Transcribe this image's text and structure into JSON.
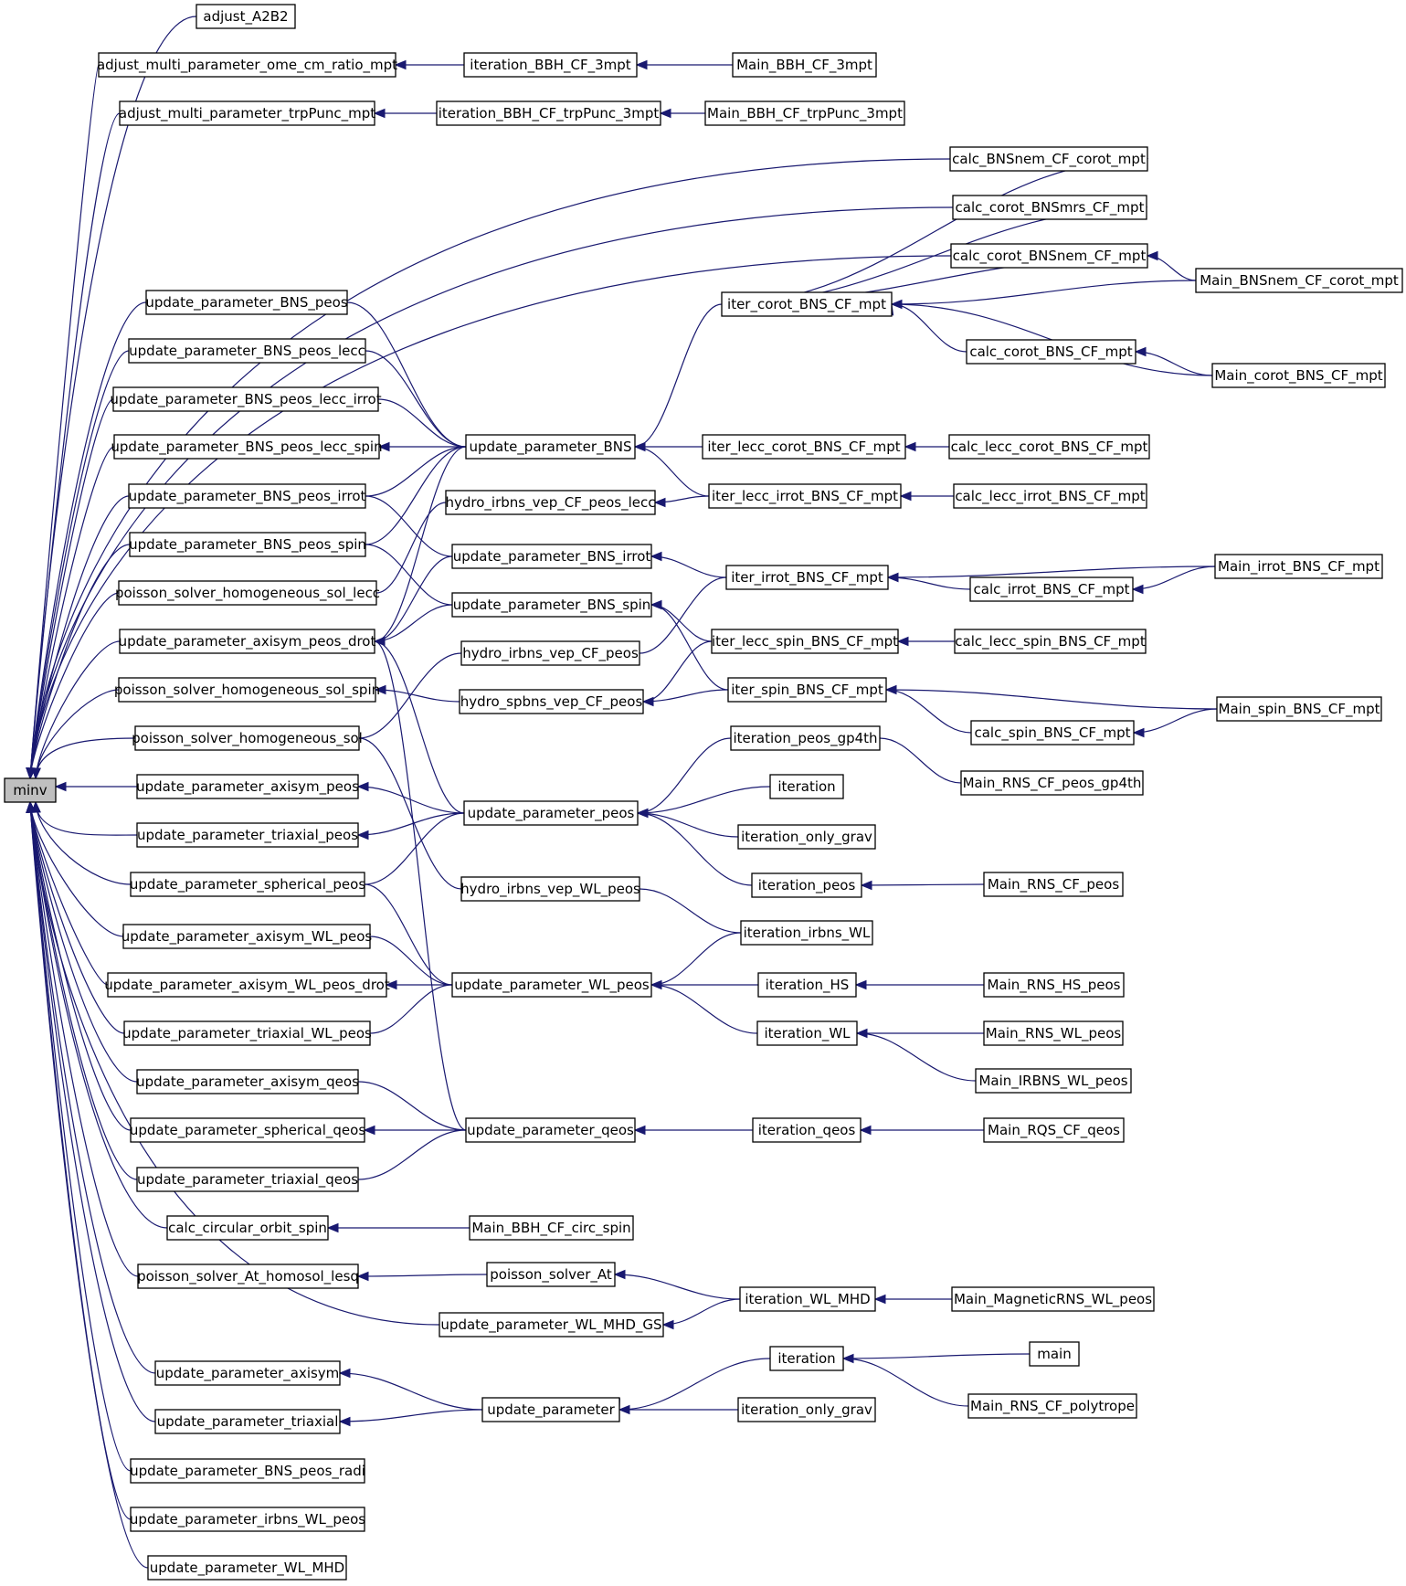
{
  "diagram": {
    "type": "call-graph",
    "root": "minv",
    "colors": {
      "edge": "#191970",
      "node_border": "#000000",
      "node_fill": "#ffffff",
      "root_fill": "#bfbfbf"
    },
    "nodes": [
      {
        "id": "minv",
        "label": "minv"
      },
      {
        "id": "adjust_A2B2",
        "label": "adjust_A2B2"
      },
      {
        "id": "adj_ome",
        "label": "adjust_multi_parameter_ome_cm_ratio_mpt"
      },
      {
        "id": "adj_trp",
        "label": "adjust_multi_parameter_trpPunc_mpt"
      },
      {
        "id": "iter_bbh_3mpt",
        "label": "iteration_BBH_CF_3mpt"
      },
      {
        "id": "iter_bbh_trp",
        "label": "iteration_BBH_CF_trpPunc_3mpt"
      },
      {
        "id": "main_bbh_3mpt",
        "label": "Main_BBH_CF_3mpt"
      },
      {
        "id": "main_bbh_trp",
        "label": "Main_BBH_CF_trpPunc_3mpt"
      },
      {
        "id": "calc_bnsnem_corot",
        "label": "calc_BNSnem_CF_corot_mpt"
      },
      {
        "id": "calc_corot_bnsmrs",
        "label": "calc_corot_BNSmrs_CF_mpt"
      },
      {
        "id": "calc_corot_bnsnem",
        "label": "calc_corot_BNSnem_CF_mpt"
      },
      {
        "id": "main_bnsnem_corot",
        "label": "Main_BNSnem_CF_corot_mpt"
      },
      {
        "id": "iter_corot",
        "label": "iter_corot_BNS_CF_mpt"
      },
      {
        "id": "calc_corot_bns",
        "label": "calc_corot_BNS_CF_mpt"
      },
      {
        "id": "main_corot",
        "label": "Main_corot_BNS_CF_mpt"
      },
      {
        "id": "up_bns_peos",
        "label": "update_parameter_BNS_peos"
      },
      {
        "id": "up_bns_peos_lecc",
        "label": "update_parameter_BNS_peos_lecc"
      },
      {
        "id": "up_bns_peos_lecc_irrot",
        "label": "update_parameter_BNS_peos_lecc_irrot"
      },
      {
        "id": "up_bns_peos_lecc_spin",
        "label": "update_parameter_BNS_peos_lecc_spin"
      },
      {
        "id": "up_bns_peos_irrot",
        "label": "update_parameter_BNS_peos_irrot"
      },
      {
        "id": "up_bns_peos_spin",
        "label": "update_parameter_BNS_peos_spin"
      },
      {
        "id": "poisson_lecc",
        "label": "poisson_solver_homogeneous_sol_lecc"
      },
      {
        "id": "up_axisym_drot",
        "label": "update_parameter_axisym_peos_drot"
      },
      {
        "id": "poisson_spin",
        "label": "poisson_solver_homogeneous_sol_spin"
      },
      {
        "id": "poisson_sol",
        "label": "poisson_solver_homogeneous_sol"
      },
      {
        "id": "up_bns",
        "label": "update_parameter_BNS"
      },
      {
        "id": "iter_lecc_corot",
        "label": "iter_lecc_corot_BNS_CF_mpt"
      },
      {
        "id": "calc_lecc_corot",
        "label": "calc_lecc_corot_BNS_CF_mpt"
      },
      {
        "id": "hydro_irbns_lecc",
        "label": "hydro_irbns_vep_CF_peos_lecc"
      },
      {
        "id": "iter_lecc_irrot",
        "label": "iter_lecc_irrot_BNS_CF_mpt"
      },
      {
        "id": "calc_lecc_irrot",
        "label": "calc_lecc_irrot_BNS_CF_mpt"
      },
      {
        "id": "up_bns_irrot",
        "label": "update_parameter_BNS_irrot"
      },
      {
        "id": "iter_irrot",
        "label": "iter_irrot_BNS_CF_mpt"
      },
      {
        "id": "main_irrot",
        "label": "Main_irrot_BNS_CF_mpt"
      },
      {
        "id": "calc_irrot",
        "label": "calc_irrot_BNS_CF_mpt"
      },
      {
        "id": "up_bns_spin",
        "label": "update_parameter_BNS_spin"
      },
      {
        "id": "iter_lecc_spin",
        "label": "iter_lecc_spin_BNS_CF_mpt"
      },
      {
        "id": "calc_lecc_spin",
        "label": "calc_lecc_spin_BNS_CF_mpt"
      },
      {
        "id": "hydro_irbns_peos",
        "label": "hydro_irbns_vep_CF_peos"
      },
      {
        "id": "hydro_spbns",
        "label": "hydro_spbns_vep_CF_peos"
      },
      {
        "id": "iter_spin",
        "label": "iter_spin_BNS_CF_mpt"
      },
      {
        "id": "main_spin",
        "label": "Main_spin_BNS_CF_mpt"
      },
      {
        "id": "calc_spin",
        "label": "calc_spin_BNS_CF_mpt"
      },
      {
        "id": "iter_peos_gp4th",
        "label": "iteration_peos_gp4th"
      },
      {
        "id": "main_rns_gp4th",
        "label": "Main_RNS_CF_peos_gp4th"
      },
      {
        "id": "iteration_a",
        "label": "iteration"
      },
      {
        "id": "up_axisym_peos",
        "label": "update_parameter_axisym_peos"
      },
      {
        "id": "up_peos",
        "label": "update_parameter_peos"
      },
      {
        "id": "iter_only_grav_a",
        "label": "iteration_only_grav"
      },
      {
        "id": "up_triaxial_peos",
        "label": "update_parameter_triaxial_peos"
      },
      {
        "id": "iter_peos",
        "label": "iteration_peos"
      },
      {
        "id": "main_rns_peos",
        "label": "Main_RNS_CF_peos"
      },
      {
        "id": "up_spherical_peos",
        "label": "update_parameter_spherical_peos"
      },
      {
        "id": "hydro_wl",
        "label": "hydro_irbns_vep_WL_peos"
      },
      {
        "id": "iter_irbns_wl",
        "label": "iteration_irbns_WL"
      },
      {
        "id": "up_axisym_wl",
        "label": "update_parameter_axisym_WL_peos"
      },
      {
        "id": "up_axisym_wl_drot",
        "label": "update_parameter_axisym_WL_peos_drot"
      },
      {
        "id": "up_wl_peos",
        "label": "update_parameter_WL_peos"
      },
      {
        "id": "iter_hs",
        "label": "iteration_HS"
      },
      {
        "id": "main_rns_hs",
        "label": "Main_RNS_HS_peos"
      },
      {
        "id": "up_triaxial_wl",
        "label": "update_parameter_triaxial_WL_peos"
      },
      {
        "id": "iter_wl",
        "label": "iteration_WL"
      },
      {
        "id": "main_rns_wl",
        "label": "Main_RNS_WL_peos"
      },
      {
        "id": "main_irbns_wl",
        "label": "Main_IRBNS_WL_peos"
      },
      {
        "id": "up_axisym_qeos",
        "label": "update_parameter_axisym_qeos"
      },
      {
        "id": "up_spherical_qeos",
        "label": "update_parameter_spherical_qeos"
      },
      {
        "id": "up_qeos",
        "label": "update_parameter_qeos"
      },
      {
        "id": "iter_qeos",
        "label": "iteration_qeos"
      },
      {
        "id": "main_rqs",
        "label": "Main_RQS_CF_qeos"
      },
      {
        "id": "up_triaxial_qeos",
        "label": "update_parameter_triaxial_qeos"
      },
      {
        "id": "calc_circ_spin",
        "label": "calc_circular_orbit_spin"
      },
      {
        "id": "main_bbh_circ",
        "label": "Main_BBH_CF_circ_spin"
      },
      {
        "id": "poisson_at_homosol",
        "label": "poisson_solver_At_homosol_lesq"
      },
      {
        "id": "poisson_at",
        "label": "poisson_solver_At"
      },
      {
        "id": "iter_wl_mhd",
        "label": "iteration_WL_MHD"
      },
      {
        "id": "main_magrns",
        "label": "Main_MagneticRNS_WL_peos"
      },
      {
        "id": "up_wl_mhd_gs",
        "label": "update_parameter_WL_MHD_GS"
      },
      {
        "id": "iteration_b",
        "label": "iteration"
      },
      {
        "id": "main",
        "label": "main"
      },
      {
        "id": "up_axisym",
        "label": "update_parameter_axisym"
      },
      {
        "id": "main_rns_poly",
        "label": "Main_RNS_CF_polytrope"
      },
      {
        "id": "up_param",
        "label": "update_parameter"
      },
      {
        "id": "up_triaxial",
        "label": "update_parameter_triaxial"
      },
      {
        "id": "iter_only_grav_b",
        "label": "iteration_only_grav"
      },
      {
        "id": "up_bns_peos_radi",
        "label": "update_parameter_BNS_peos_radi"
      },
      {
        "id": "up_irbns_wl",
        "label": "update_parameter_irbns_WL_peos"
      },
      {
        "id": "up_wl_mhd",
        "label": "update_parameter_WL_MHD"
      }
    ],
    "edges": [
      [
        "adjust_A2B2",
        "minv"
      ],
      [
        "adj_ome",
        "minv"
      ],
      [
        "adj_trp",
        "minv"
      ],
      [
        "calc_bnsnem_corot",
        "minv"
      ],
      [
        "calc_corot_bnsmrs",
        "minv"
      ],
      [
        "calc_corot_bnsnem",
        "minv"
      ],
      [
        "up_bns_peos",
        "minv"
      ],
      [
        "up_bns_peos_lecc",
        "minv"
      ],
      [
        "up_bns_peos_lecc_irrot",
        "minv"
      ],
      [
        "up_bns_peos_lecc_spin",
        "minv"
      ],
      [
        "up_bns_peos_irrot",
        "minv"
      ],
      [
        "up_bns_peos_spin",
        "minv"
      ],
      [
        "poisson_lecc",
        "minv"
      ],
      [
        "up_axisym_drot",
        "minv"
      ],
      [
        "poisson_spin",
        "minv"
      ],
      [
        "poisson_sol",
        "minv"
      ],
      [
        "up_axisym_peos",
        "minv"
      ],
      [
        "up_triaxial_peos",
        "minv"
      ],
      [
        "up_spherical_peos",
        "minv"
      ],
      [
        "up_axisym_wl",
        "minv"
      ],
      [
        "up_axisym_wl_drot",
        "minv"
      ],
      [
        "up_triaxial_wl",
        "minv"
      ],
      [
        "up_axisym_qeos",
        "minv"
      ],
      [
        "up_spherical_qeos",
        "minv"
      ],
      [
        "up_triaxial_qeos",
        "minv"
      ],
      [
        "calc_circ_spin",
        "minv"
      ],
      [
        "poisson_at_homosol",
        "minv"
      ],
      [
        "up_wl_mhd_gs",
        "minv"
      ],
      [
        "up_axisym",
        "minv"
      ],
      [
        "up_triaxial",
        "minv"
      ],
      [
        "up_bns_peos_radi",
        "minv"
      ],
      [
        "up_irbns_wl",
        "minv"
      ],
      [
        "up_wl_mhd",
        "minv"
      ],
      [
        "iter_bbh_3mpt",
        "adj_ome"
      ],
      [
        "main_bbh_3mpt",
        "iter_bbh_3mpt"
      ],
      [
        "iter_bbh_trp",
        "adj_trp"
      ],
      [
        "main_bbh_trp",
        "iter_bbh_trp"
      ],
      [
        "iter_corot",
        "calc_bnsnem_corot"
      ],
      [
        "iter_corot",
        "calc_corot_bnsmrs"
      ],
      [
        "iter_corot",
        "calc_corot_bnsnem"
      ],
      [
        "main_bnsnem_corot",
        "calc_corot_bnsnem"
      ],
      [
        "main_bnsnem_corot",
        "iter_corot"
      ],
      [
        "calc_corot_bns",
        "iter_corot"
      ],
      [
        "main_corot",
        "iter_corot"
      ],
      [
        "main_corot",
        "calc_corot_bns"
      ],
      [
        "up_bns",
        "up_bns_peos"
      ],
      [
        "up_bns",
        "up_bns_peos_lecc"
      ],
      [
        "up_bns",
        "up_bns_peos_lecc_irrot"
      ],
      [
        "up_bns",
        "up_bns_peos_lecc_spin"
      ],
      [
        "up_bns",
        "up_bns_peos_irrot"
      ],
      [
        "up_bns",
        "up_bns_peos_spin"
      ],
      [
        "up_bns",
        "up_axisym_drot"
      ],
      [
        "iter_corot",
        "up_bns"
      ],
      [
        "iter_lecc_corot",
        "up_bns"
      ],
      [
        "iter_lecc_irrot",
        "up_bns"
      ],
      [
        "calc_lecc_corot",
        "iter_lecc_corot"
      ],
      [
        "calc_lecc_irrot",
        "iter_lecc_irrot"
      ],
      [
        "hydro_irbns_lecc",
        "poisson_lecc"
      ],
      [
        "iter_lecc_irrot",
        "hydro_irbns_lecc"
      ],
      [
        "up_bns_irrot",
        "up_bns_peos_irrot"
      ],
      [
        "up_bns_irrot",
        "up_axisym_drot"
      ],
      [
        "iter_irrot",
        "up_bns_irrot"
      ],
      [
        "calc_irrot",
        "iter_irrot"
      ],
      [
        "main_irrot",
        "iter_irrot"
      ],
      [
        "main_irrot",
        "calc_irrot"
      ],
      [
        "up_bns_spin",
        "up_bns_peos_spin"
      ],
      [
        "up_bns_spin",
        "up_axisym_drot"
      ],
      [
        "iter_lecc_spin",
        "up_bns_spin"
      ],
      [
        "iter_spin",
        "up_bns_spin"
      ],
      [
        "calc_lecc_spin",
        "iter_lecc_spin"
      ],
      [
        "hydro_irbns_peos",
        "poisson_sol"
      ],
      [
        "iter_irrot",
        "hydro_irbns_peos"
      ],
      [
        "hydro_spbns",
        "poisson_spin"
      ],
      [
        "iter_spin",
        "hydro_spbns"
      ],
      [
        "iter_lecc_spin",
        "hydro_spbns"
      ],
      [
        "calc_spin",
        "iter_spin"
      ],
      [
        "main_spin",
        "iter_spin"
      ],
      [
        "main_spin",
        "calc_spin"
      ],
      [
        "up_peos",
        "up_axisym_drot"
      ],
      [
        "up_peos",
        "up_axisym_peos"
      ],
      [
        "up_peos",
        "up_triaxial_peos"
      ],
      [
        "up_peos",
        "up_spherical_peos"
      ],
      [
        "iter_peos_gp4th",
        "up_peos"
      ],
      [
        "iteration_a",
        "up_peos"
      ],
      [
        "iter_only_grav_a",
        "up_peos"
      ],
      [
        "iter_peos",
        "up_peos"
      ],
      [
        "main_rns_gp4th",
        "iter_peos_gp4th"
      ],
      [
        "main_rns_peos",
        "iter_peos"
      ],
      [
        "hydro_wl",
        "poisson_sol"
      ],
      [
        "iter_irbns_wl",
        "hydro_wl"
      ],
      [
        "up_wl_peos",
        "up_spherical_peos"
      ],
      [
        "up_wl_peos",
        "up_axisym_wl"
      ],
      [
        "up_wl_peos",
        "up_axisym_wl_drot"
      ],
      [
        "up_wl_peos",
        "up_triaxial_wl"
      ],
      [
        "iter_irbns_wl",
        "up_wl_peos"
      ],
      [
        "iter_hs",
        "up_wl_peos"
      ],
      [
        "iter_wl",
        "up_wl_peos"
      ],
      [
        "main_rns_hs",
        "iter_hs"
      ],
      [
        "main_rns_wl",
        "iter_wl"
      ],
      [
        "main_irbns_wl",
        "iter_wl"
      ],
      [
        "up_qeos",
        "up_axisym_drot"
      ],
      [
        "up_qeos",
        "up_axisym_qeos"
      ],
      [
        "up_qeos",
        "up_spherical_qeos"
      ],
      [
        "up_qeos",
        "up_triaxial_qeos"
      ],
      [
        "iter_qeos",
        "up_qeos"
      ],
      [
        "main_rqs",
        "iter_qeos"
      ],
      [
        "main_bbh_circ",
        "calc_circ_spin"
      ],
      [
        "poisson_at",
        "poisson_at_homosol"
      ],
      [
        "iter_wl_mhd",
        "poisson_at"
      ],
      [
        "iter_wl_mhd",
        "up_wl_mhd_gs"
      ],
      [
        "main_magrns",
        "iter_wl_mhd"
      ],
      [
        "up_param",
        "up_axisym"
      ],
      [
        "up_param",
        "up_triaxial"
      ],
      [
        "iteration_b",
        "up_param"
      ],
      [
        "iter_only_grav_b",
        "up_param"
      ],
      [
        "main",
        "iteration_b"
      ],
      [
        "main_rns_poly",
        "iteration_b"
      ]
    ]
  }
}
